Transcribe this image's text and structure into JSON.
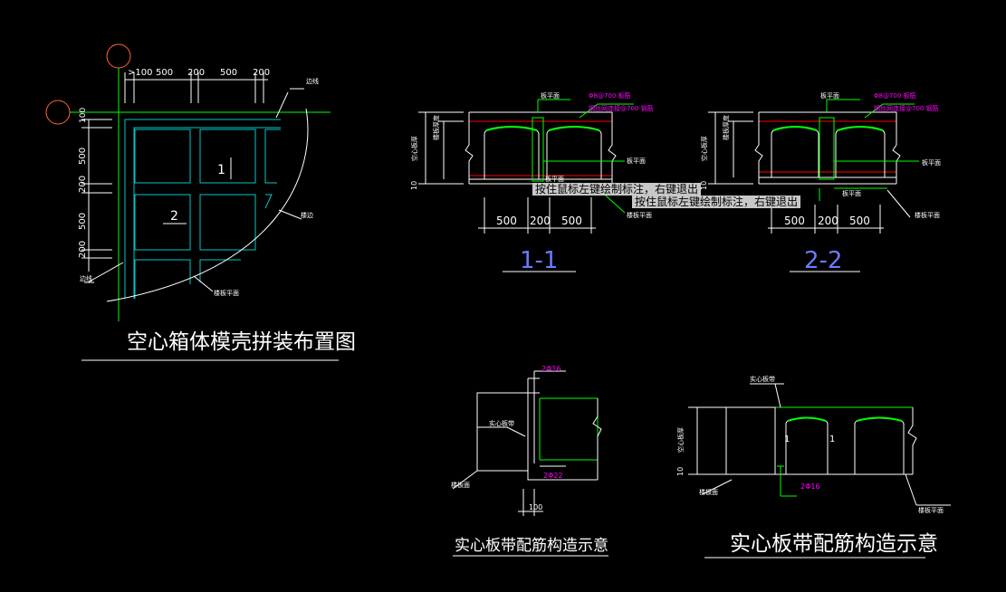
{
  "colors": {
    "white": "#ffffff",
    "green": "#00ff00",
    "cyan": "#00c8c8",
    "magenta": "#ff00ff",
    "red": "#ff0000",
    "orange": "#ff6432",
    "grey": "#c8c8c8"
  },
  "plan": {
    "title": "空心箱体模壳拼装布置图",
    "dims_top": [
      ">100",
      "500",
      "200",
      "500",
      "200"
    ],
    "dims_left": [
      "100",
      "500",
      "200",
      "500",
      "200"
    ],
    "box_labels": [
      "1",
      "2"
    ],
    "note_top_right": "边线",
    "note_arc": "楼边",
    "note_bottom_left": "边线",
    "note_bottom": "楼板平面"
  },
  "section11": {
    "label": "1-1",
    "dims": [
      "500",
      "200",
      "500"
    ],
    "left_dim_rotated": "楼板厚度",
    "left_dim_small": "空心板厚",
    "bottom_dim": "10",
    "note_top_a": "板平面",
    "note_rebar_a": "Φ8@700 板筋",
    "note_rebar_b": "钢丝网连接@700 钢筋",
    "note_right": "板平面",
    "note_low": "板平面",
    "note_lower_right": "楼板平面"
  },
  "section22": {
    "label": "2-2",
    "dims": [
      "500",
      "200",
      "500"
    ],
    "left_dim_rotated": "楼板厚度",
    "left_dim_small": "空心板厚",
    "bottom_dim": "10",
    "note_top_a": "板平面",
    "note_rebar_a": "Φ8@700 板筋",
    "note_rebar_b": "钢丝网连接@700 钢筋",
    "note_right": "板平面",
    "note_low": "板平面",
    "note_lower_right": "楼板平面"
  },
  "detail_left": {
    "title": "实心板带配筋构造示意",
    "rebar_top": "2Φ16",
    "rebar_bottom": "2Φ22",
    "label_side": "实心板带",
    "label_bottom_left": "楼板面",
    "dim_bottom": "100"
  },
  "detail_right": {
    "title": "实心板带配筋构造示意",
    "label_top": "实心板带",
    "left_dim": "空心板厚",
    "bottom_dim": "10",
    "box_labels": [
      "1",
      "1"
    ],
    "rebar_bottom": "2Φ16",
    "label_bottom_left": "楼板面",
    "label_bottom_right": "楼板平面"
  },
  "tooltips": [
    "按住鼠标左键绘制标注，右键退出",
    "按住鼠标左键绘制标注，右键退出"
  ]
}
